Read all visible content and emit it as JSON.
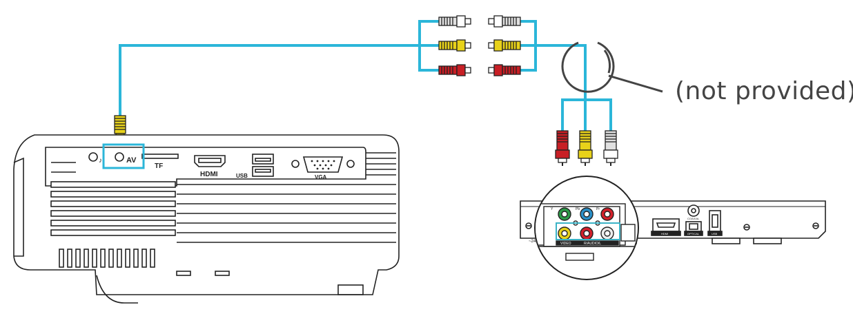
{
  "callout": {
    "text": "(not provided)"
  },
  "projector": {
    "labels": {
      "av": "AV",
      "tf": "TF",
      "hdmi": "HDMI",
      "usb": "USB",
      "vga": "VGA"
    }
  },
  "player": {
    "labels": {
      "y": "Y",
      "pb": "Pb",
      "pr": "Pr",
      "video": "VIDEO",
      "audio": "R/AUDIO/L",
      "hdmi": "HDMI",
      "optical": "OPTICAL",
      "coaxial": "COAXIAL",
      "usb": "USB",
      "power": "~240V 0HZ"
    }
  },
  "colors": {
    "cable": "#2bb6d9",
    "highlight": "#3ab3c6",
    "plug_yellow": "#e8d21a",
    "plug_red": "#c81f25",
    "plug_white": "#eeeeee",
    "jack_green": "#2c9a48",
    "jack_blue": "#2a8fc8",
    "jack_red": "#d3202a",
    "outline": "#222222"
  }
}
